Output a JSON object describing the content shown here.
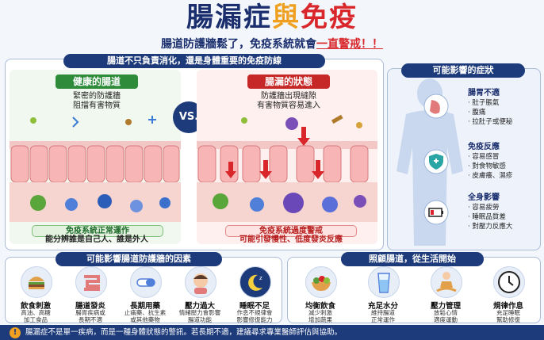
{
  "title": {
    "part1": "腸漏症",
    "part2": "與",
    "part3": "免疫"
  },
  "subtitle": {
    "main": "腸道防護牆鬆了，免疫系統就會",
    "highlight": "一直警戒！！"
  },
  "left_banner": "腸道不只負責消化，還是身體重要的免疫防線",
  "right_banner": "可能影響的症狀",
  "healthy": {
    "header": "健康的腸道",
    "desc1": "緊密的防護牆",
    "desc2": "阻擋有害物質",
    "cap1": "免疫系統正常運作",
    "cap2": "能分辨誰是自己人、誰是外人"
  },
  "vs": "VS.",
  "leaky": {
    "header": "腸漏的狀態",
    "desc1": "防護牆出現縫隙",
    "desc2": "有害物質容易進入",
    "cap1": "免疫系統過度警戒",
    "cap2": "可能引發慢性、低度發炎反應"
  },
  "symptoms": [
    {
      "title": "腸胃不適",
      "items": [
        "肚子脹氣",
        "腹痛",
        "拉肚子或便秘"
      ]
    },
    {
      "title": "免疫反應",
      "items": [
        "容易感冒",
        "對食物敏感",
        "皮膚癢、濕疹"
      ]
    },
    {
      "title": "全身影響",
      "items": [
        "容易疲勞",
        "睡眠品質差",
        "對壓力反應大"
      ]
    }
  ],
  "factors_banner": "可能影響腸道防護牆的因素",
  "factors": [
    {
      "title": "飲食刺激",
      "desc1": "高油、高糖",
      "desc2": "加工食品"
    },
    {
      "title": "腸道發炎",
      "desc1": "腸胃疾病或",
      "desc2": "長期不適"
    },
    {
      "title": "長期用藥",
      "desc1": "止痛藥、抗生素",
      "desc2": "或其他藥物"
    },
    {
      "title": "壓力過大",
      "desc1": "情緒壓力會影響",
      "desc2": "腸道功能"
    },
    {
      "title": "睡眠不足",
      "desc1": "作息不規律會",
      "desc2": "影響修復能力"
    }
  ],
  "care_banner": "照顧腸道，從生活開始",
  "care": [
    {
      "title": "均衡飲食",
      "desc1": "減少刺激",
      "desc2": "增加蔬果"
    },
    {
      "title": "充足水分",
      "desc1": "維持腸道",
      "desc2": "正常運作"
    },
    {
      "title": "壓力管理",
      "desc1": "放鬆心情",
      "desc2": "適度運動"
    },
    {
      "title": "規律作息",
      "desc1": "充足睡眠",
      "desc2": "幫助修復"
    }
  ],
  "footer": "腸漏症不是單一疾病，而是一種身體狀態的警訊。若長期不適，建議尋求專業醫師評估與協助。",
  "colors": {
    "navy": "#1d3a7a",
    "green": "#2e8b3a",
    "red": "#c62828",
    "orange": "#f0a020"
  }
}
